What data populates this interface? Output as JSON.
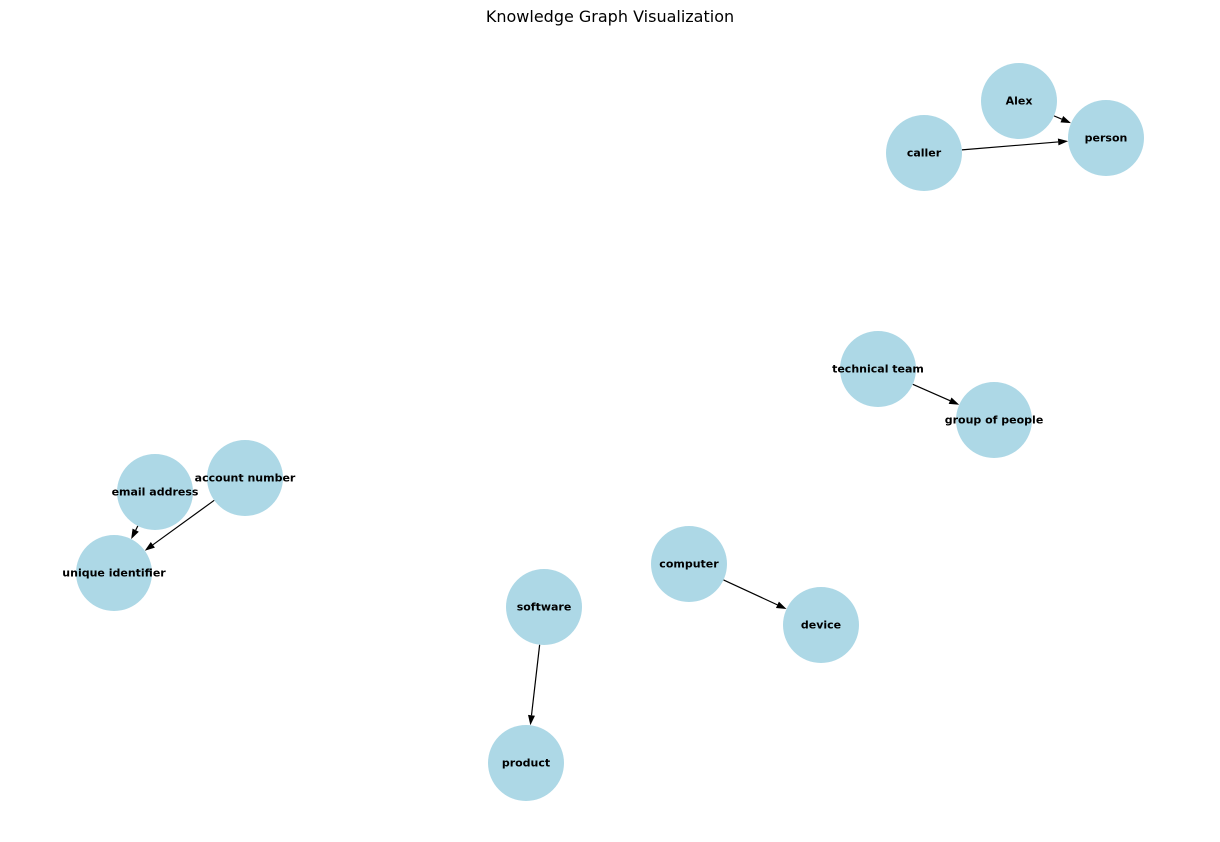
{
  "title": "Knowledge Graph Visualization",
  "colors": {
    "node_fill": "#add8e6",
    "edge": "#000000",
    "label": "#000000"
  },
  "nodes": [
    {
      "id": "alex",
      "label": "Alex"
    },
    {
      "id": "person",
      "label": "person"
    },
    {
      "id": "caller",
      "label": "caller"
    },
    {
      "id": "technical-team",
      "label": "technical team"
    },
    {
      "id": "group-of-people",
      "label": "group of people"
    },
    {
      "id": "email-address",
      "label": "email address"
    },
    {
      "id": "account-number",
      "label": "account number"
    },
    {
      "id": "unique-identifier",
      "label": "unique identifier"
    },
    {
      "id": "computer",
      "label": "computer"
    },
    {
      "id": "device",
      "label": "device"
    },
    {
      "id": "software",
      "label": "software"
    },
    {
      "id": "product",
      "label": "product"
    }
  ],
  "edges": [
    {
      "source": "alex",
      "target": "person"
    },
    {
      "source": "caller",
      "target": "person"
    },
    {
      "source": "technical-team",
      "target": "group-of-people"
    },
    {
      "source": "email-address",
      "target": "unique-identifier"
    },
    {
      "source": "account-number",
      "target": "unique-identifier"
    },
    {
      "source": "computer",
      "target": "device"
    },
    {
      "source": "software",
      "target": "product"
    }
  ]
}
